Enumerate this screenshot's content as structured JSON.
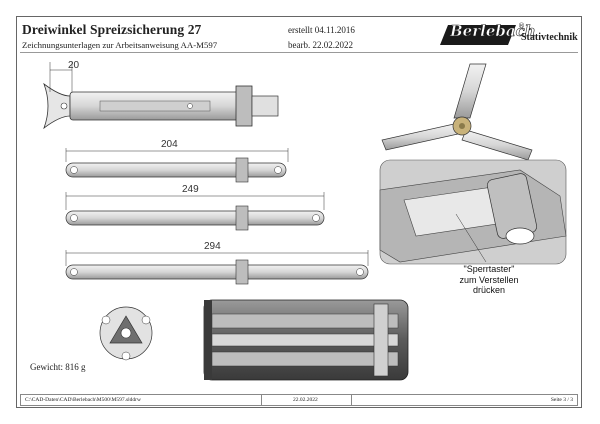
{
  "header": {
    "title": "Dreiwinkel Spreizsicherung 27",
    "subtitle": "Zeichnungsunterlagen zur Arbeitsanweisung AA-M597",
    "created": "erstellt 04.11.2016",
    "edited": "bearb. 22.02.2022",
    "logo_text": "Berlebach",
    "logo_mark": "®",
    "logo_suffix": "Stativtechnik"
  },
  "dimensions": {
    "d1": "20",
    "d2": "204",
    "d3": "249",
    "d4": "294"
  },
  "callout": {
    "line1": "\"Sperrtaster\"",
    "line2": "zum Verstellen",
    "line3": "drücken"
  },
  "weight": "Gewicht: 816 g",
  "footer": {
    "path": "C:\\CAD-Daten\\CAD\\Berlebach\\M500\\M597.slddrw",
    "date": "22.02.2022",
    "page": "Seite 3 / 3"
  },
  "colors": {
    "metal_light": "#d9d9d9",
    "metal_dark": "#6e6e6e",
    "brass": "#c8b27a"
  }
}
